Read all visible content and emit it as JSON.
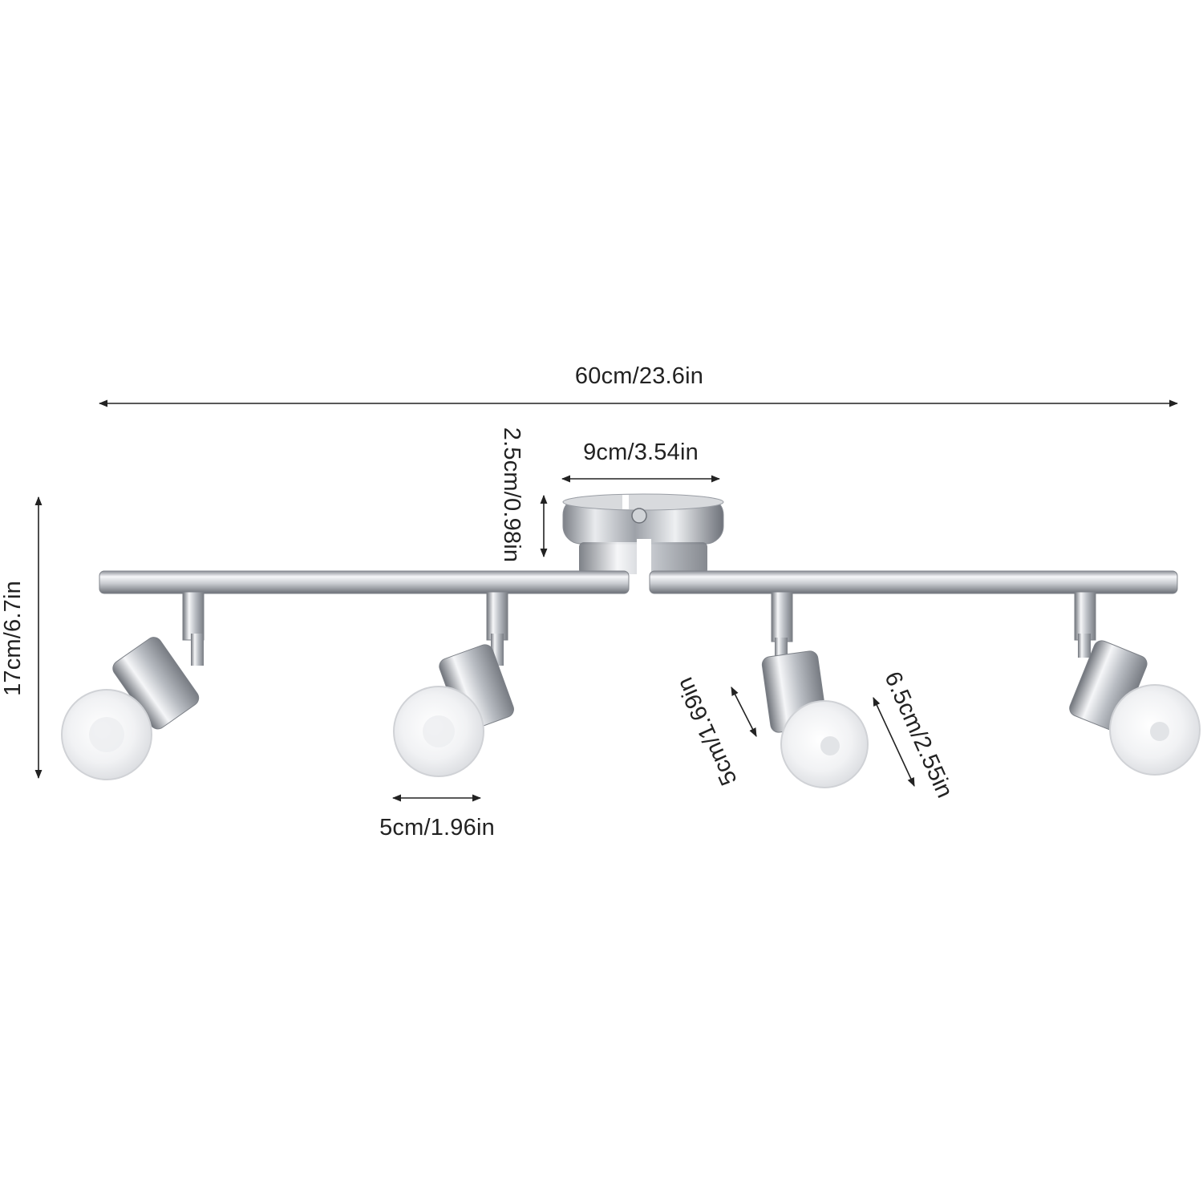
{
  "dimensions": {
    "total_width": "60cm/23.6in",
    "canopy_diameter": "9cm/3.54in",
    "canopy_height": "2.5cm/0.98in",
    "overall_height": "17cm/6.7in",
    "lamp_head_diameter": "5cm/1.96in",
    "bulb_diameter": "5cm/1.69in",
    "bulb_length": "6.5cm/2.55in"
  },
  "colors": {
    "chrome_light": "#f4f5f7",
    "chrome_mid": "#c4c7cc",
    "chrome_dark": "#6f737a",
    "bulb": "#f3f4f6",
    "line": "#222222"
  }
}
